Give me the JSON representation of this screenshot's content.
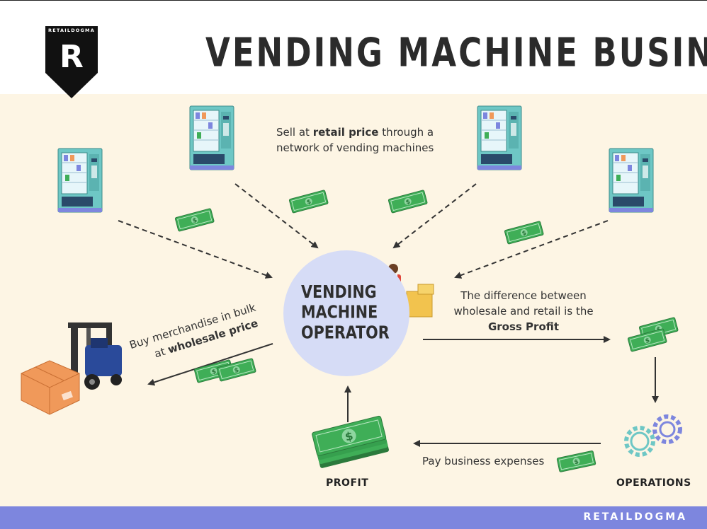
{
  "brand": {
    "logo_word": "RETAILDOGMA",
    "logo_letter": "R",
    "footer": "RETAILDOGMA"
  },
  "title": "VENDING MACHINE BUSINESS",
  "center": {
    "line1": "VENDING",
    "line2": "MACHINE",
    "line3": "OPERATOR"
  },
  "texts": {
    "sell_line1_pre": "Sell at ",
    "sell_line1_bold": "retail price",
    "sell_line1_post": " through a",
    "sell_line2": "network of vending machines",
    "diff_line1": "The difference between",
    "diff_line2": "wholesale and retail is the",
    "diff_line3": "Gross Profit",
    "buy_line1": "Buy merchandise in bulk",
    "buy_line2_pre": "at ",
    "buy_line2_bold": "wholesale price",
    "pay": "Pay business expenses"
  },
  "labels": {
    "profit": "PROFIT",
    "operations": "OPERATIONS"
  },
  "colors": {
    "background": "#fdf5e4",
    "circle": "#d6dcf6",
    "footer": "#7d86de",
    "money": "#3fae57",
    "machine": "#6ec7c5",
    "gear_blue": "#7d86de",
    "gear_teal": "#6ec7c5",
    "box": "#f0995a"
  },
  "icons": [
    "logo-shield-icon",
    "vending-machine-icon",
    "money-icon",
    "forklift-icon",
    "box-icon",
    "worker-icon",
    "gears-icon",
    "money-stack-icon"
  ]
}
